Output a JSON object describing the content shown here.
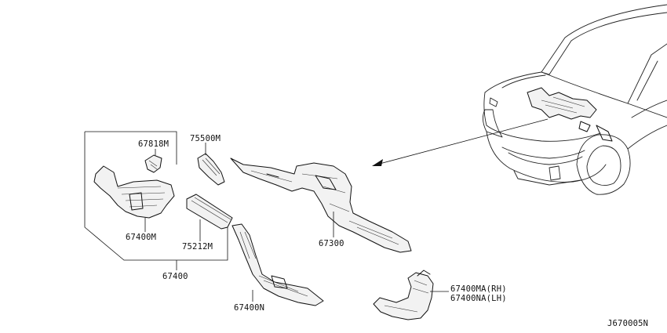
{
  "diagram": {
    "labels": {
      "p67818M": "67818M",
      "p75500M": "75500M",
      "p67400M": "67400M",
      "p75212M": "75212M",
      "p67400": "67400",
      "p67300": "67300",
      "p67400N": "67400N",
      "p67400MA": "67400MA(RH)",
      "p67400NA": "67400NA(LH)",
      "code": "J670005N"
    }
  }
}
